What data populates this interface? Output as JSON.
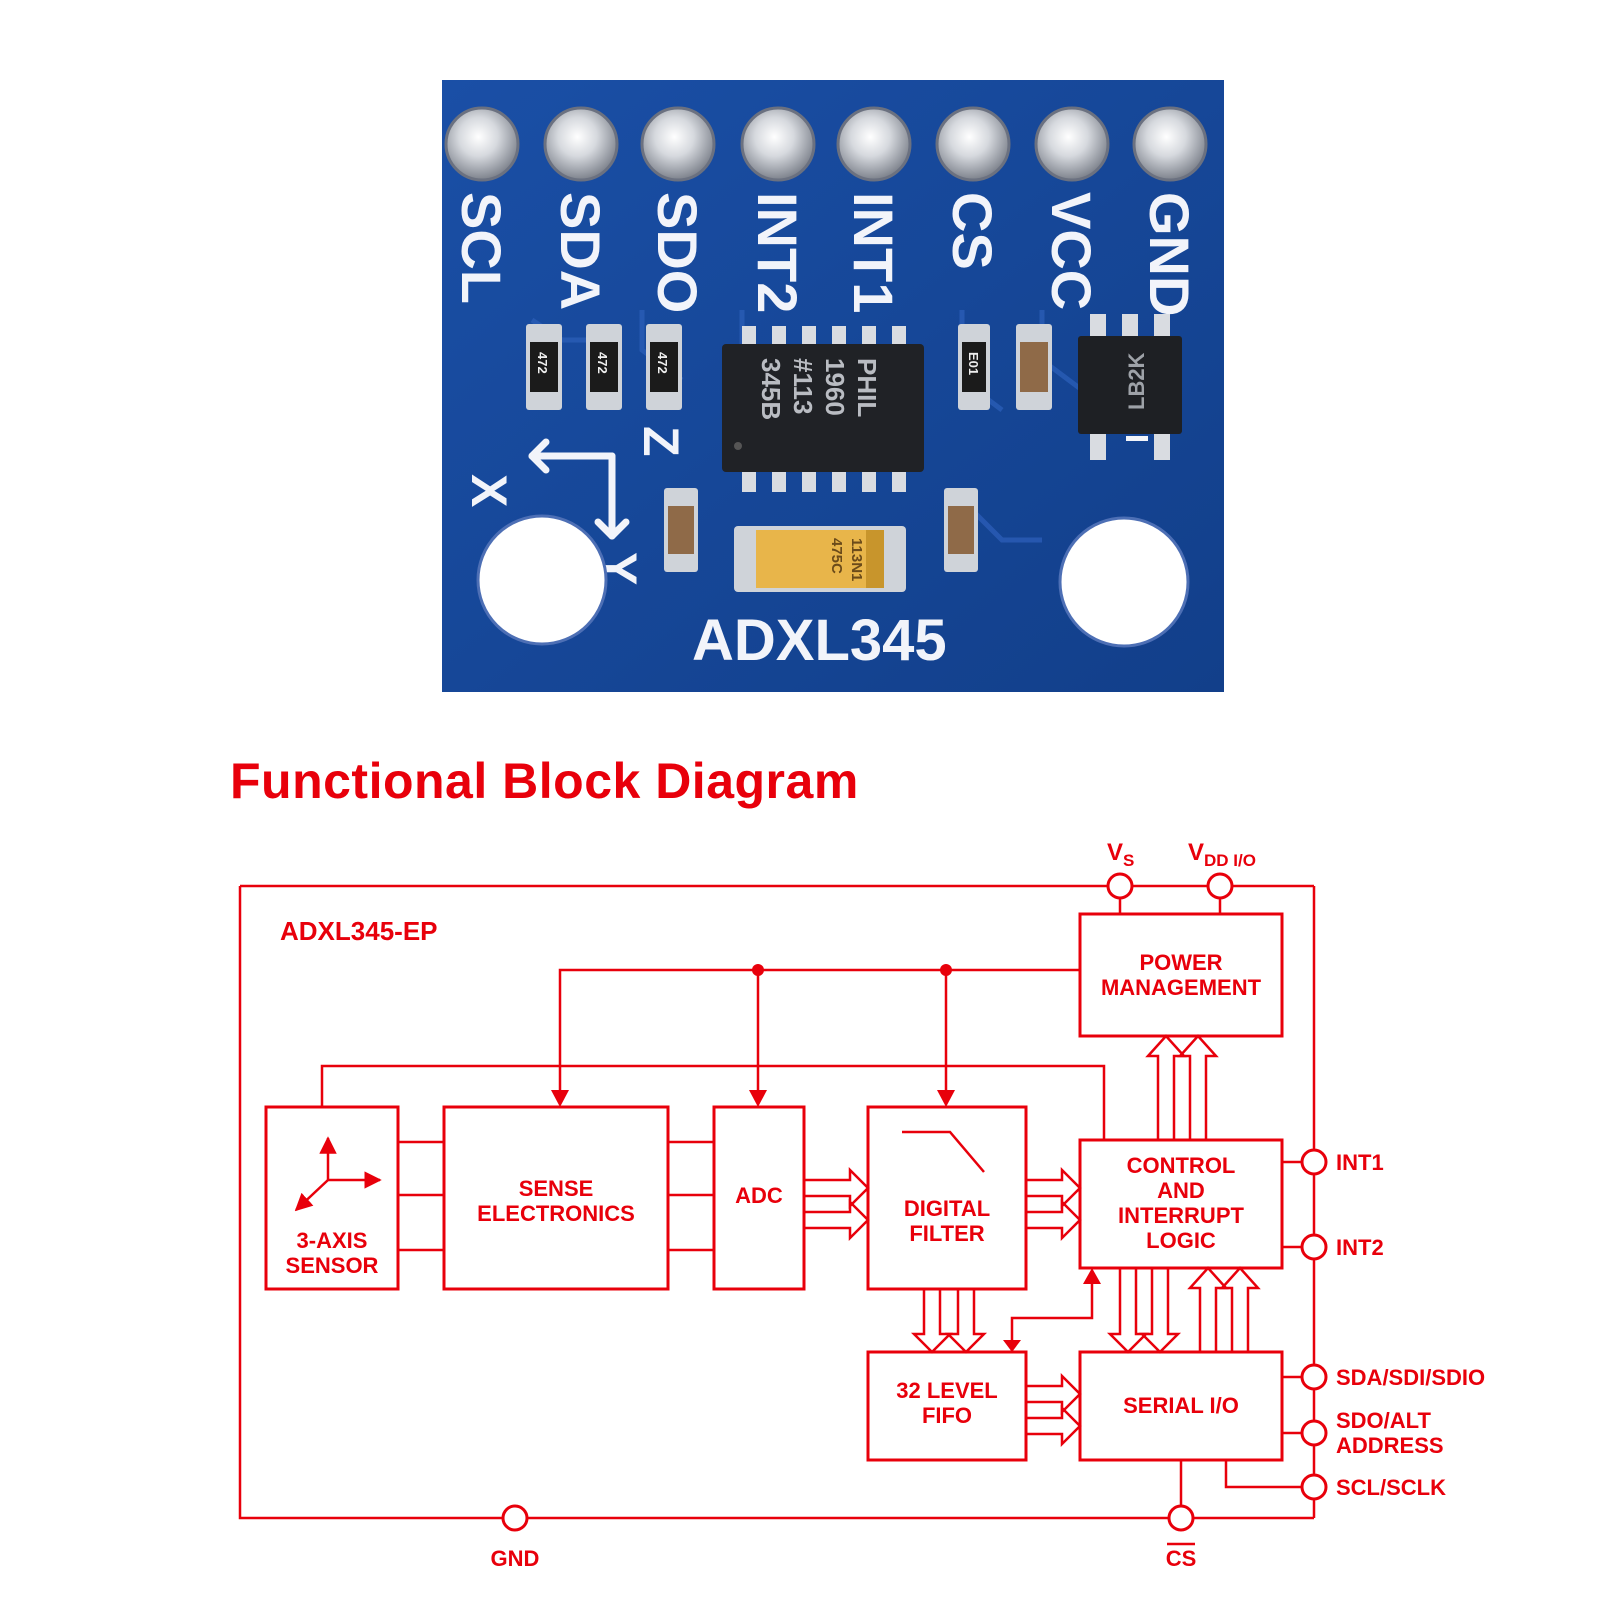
{
  "colors": {
    "diagram_red": "#e8000b",
    "pcb_blue": "#16479a",
    "silk": "#f2f4fa"
  },
  "board": {
    "pins": [
      "SCL",
      "SDA",
      "SDO",
      "INT2",
      "INT1",
      "CS",
      "VCC",
      "GND"
    ],
    "chip_lines": [
      "345B",
      "#113",
      "1960",
      "PHIL"
    ],
    "resistor_labels": [
      "472",
      "472",
      "472"
    ],
    "cap_label": "E01",
    "regulator_label": "LB2K",
    "tantalum_lines": [
      "113N1",
      "475C"
    ],
    "axis_x": "X",
    "axis_y": "Y",
    "axis_z": "Z",
    "board_name": "ADXL345"
  },
  "diagram": {
    "title": "Functional Block Diagram",
    "chip_name": "ADXL345-EP",
    "blocks": {
      "sensor": [
        "3-AXIS",
        "SENSOR"
      ],
      "sense": [
        "SENSE",
        "ELECTRONICS"
      ],
      "adc": [
        "ADC"
      ],
      "filter": [
        "DIGITAL",
        "FILTER"
      ],
      "control": [
        "CONTROL",
        "AND",
        "INTERRUPT",
        "LOGIC"
      ],
      "power": [
        "POWER",
        "MANAGEMENT"
      ],
      "fifo": [
        "32 LEVEL",
        "FIFO"
      ],
      "serial": [
        "SERIAL I/O"
      ]
    },
    "pins": {
      "vs": "V",
      "vs_sub": "S",
      "vdd": "V",
      "vdd_sub": "DD I/O",
      "int1": "INT1",
      "int2": "INT2",
      "sda": "SDA/SDI/SDIO",
      "sdo": [
        "SDO/ALT",
        "ADDRESS"
      ],
      "scl": "SCL/SCLK",
      "gnd": "GND",
      "cs": "CS"
    }
  }
}
